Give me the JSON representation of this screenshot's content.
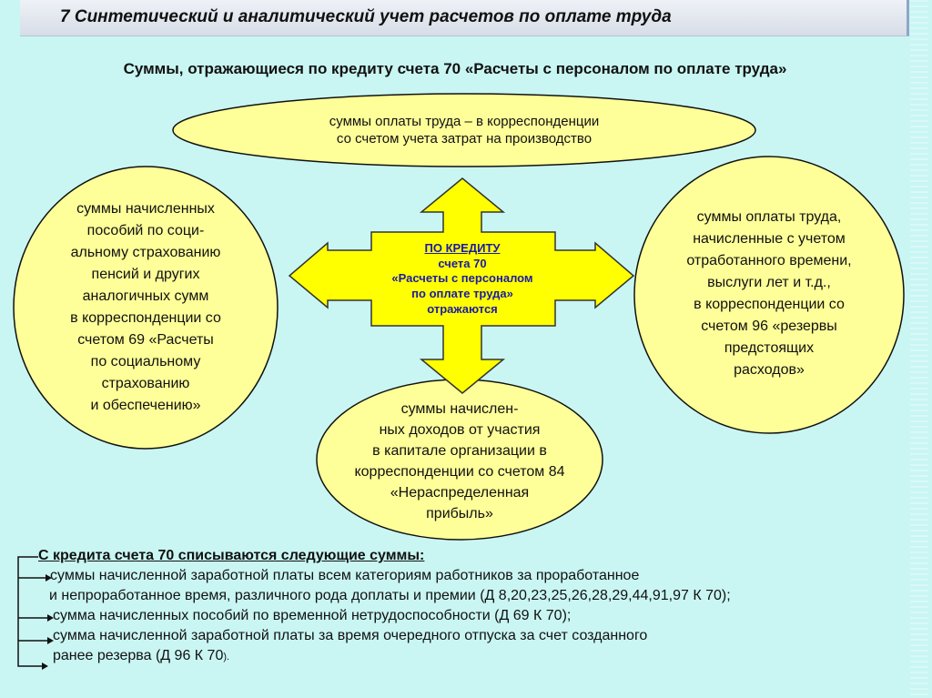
{
  "title": "7 Синтетический и аналитический учет расчетов по оплате труда",
  "subtitle": "Суммы, отражающиеся по кредиту счета 70 «Расчеты с персоналом по оплате труда»",
  "center": {
    "lines": [
      "ПО КРЕДИТУ",
      "счета 70",
      "«Расчеты с персоналом",
      "по оплате труда»",
      "отражаются"
    ]
  },
  "top_ellipse": {
    "lines": [
      "суммы оплаты труда – в корреспонденции",
      "со счетом учета затрат на производство"
    ]
  },
  "left_ellipse": {
    "lines": [
      "суммы начисленных",
      "пособий по соци-",
      "альному страхованию",
      "пенсий и других",
      "аналогичных сумм",
      "в корреспонденции со",
      "счетом 69 «Расчеты",
      "по социальному",
      "страхованию",
      "и обеспечению»"
    ]
  },
  "right_ellipse": {
    "lines": [
      "суммы оплаты труда,",
      "начисленные с учетом",
      "отработанного времени,",
      "выслуги лет и т.д.,",
      "в корреспонденции со",
      "счетом 96 «резервы",
      "предстоящих",
      "расходов»"
    ]
  },
  "bottom_ellipse": {
    "lines": [
      "суммы начислен-",
      "ных доходов от участия",
      "в капитале организации в",
      "корреспонденции со счетом 84",
      "«Нераспределенная",
      "прибыль»"
    ]
  },
  "writeoffs": {
    "heading": "С кредита счета 70 списываются следующие суммы:",
    "line1": "суммы начисленной заработной платы всем категориям работников за проработанное",
    "line2": "и непроработанное время, различного рода доплаты и премии  (Д 8,20,23,25,26,28,29,44,91,97 К 70);",
    "line3": "сумма начисленных пособий по временной нетрудоспособности (Д 69 К 70);",
    "line4": "сумма начисленной заработной платы за время очередного отпуска за счет созданного",
    "line5": "ранее резерва (Д 96 К 70",
    "line5_tail": ")."
  },
  "colors": {
    "background": "#c9f6f3",
    "ellipse_fill": "#ffff99",
    "arrow_fill": "#ffff00",
    "arrow_text": "#1a1aa8"
  }
}
